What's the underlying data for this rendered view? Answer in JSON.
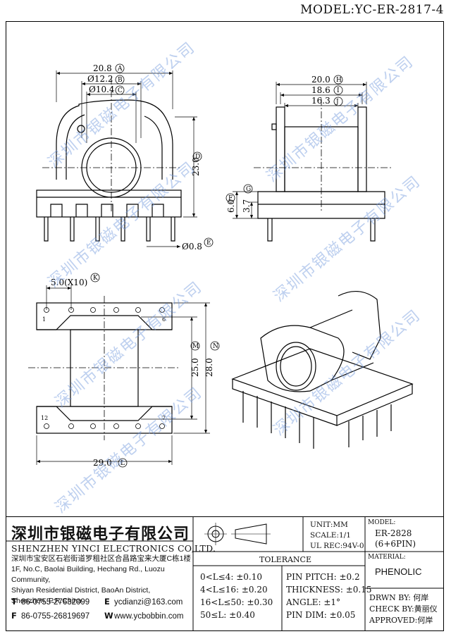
{
  "model_label": "MODEL:YC-ER-2817-4",
  "front": {
    "dim_a": "20.8",
    "dim_b": "Ø12.2",
    "dim_c": "Ø10.4",
    "dim_d": "23.0",
    "dim_e": "Ø0.8",
    "circ_a": "A",
    "circ_b": "B",
    "circ_c": "C",
    "circ_d": "D",
    "circ_e": "E"
  },
  "side": {
    "dim_h": "20.0",
    "dim_i": "18.6",
    "dim_j": "16.3",
    "dim_f": "6.0",
    "dim_g": "3.7",
    "circ_h": "H",
    "circ_i": "I",
    "circ_j": "J",
    "circ_f": "F",
    "circ_g": "G"
  },
  "bottom": {
    "dim_k": "5.0(X10)",
    "dim_m": "25.0",
    "dim_n": "28.0",
    "dim_l": "29.0",
    "circ_k": "K",
    "circ_m": "M",
    "circ_n": "N",
    "circ_l": "L",
    "pin_1": "1",
    "pin_6": "6",
    "pin_7": "7",
    "pin_12": "12"
  },
  "watermark": "深圳市银磁电子有限公司",
  "titleblock": {
    "company_cn": "深圳市银磁电子有限公司",
    "company_en": "SHENZHEN YINCI ELECTRONICS CO,LTD.",
    "address_lines": [
      "深圳市宝安区石岩街道罗租社区合昌路宝来大厦C栋1楼",
      "1F, No.C, Baolai Building, Hechang Rd., Luozu Community,",
      "Shiyan Residential District, BaoAn District,",
      "Shenzhen, P.R.China"
    ],
    "tel_label": "T",
    "tel": "86-0755-27632099",
    "fax_label": "F",
    "fax": "86-0755-26819697",
    "email_label": "E",
    "email": "ycdianzi@163.com",
    "web_label": "W",
    "web": "www.ycbobbin.com",
    "unit": "UNIT:MM",
    "scale": "SCALE:1/1",
    "ul_rec": "UL REC:94V-0",
    "model_title": "MODEL:",
    "model_value": "ER-2828",
    "model_pins": "(6+6PIN)",
    "material_title": "MATERIAL:",
    "material_value": "PHENOLIC",
    "tolerance_title": "TOLERANCE",
    "tolerances": [
      "0<L≤4: ±0.10",
      "4<L≤16: ±0.20",
      "16<L≤50: ±0.30",
      "50≤L: ±0.40"
    ],
    "specs": [
      "PIN PITCH: ±0.2",
      "THICKNESS: ±0.15",
      "ANGLE: ±1°",
      "PIN DIM: ±0.05"
    ],
    "drawn_by": "DRWN BY: 何岸",
    "check_by": "CHECK BY:黄丽仪",
    "approved": "APPROVED:何岸"
  }
}
